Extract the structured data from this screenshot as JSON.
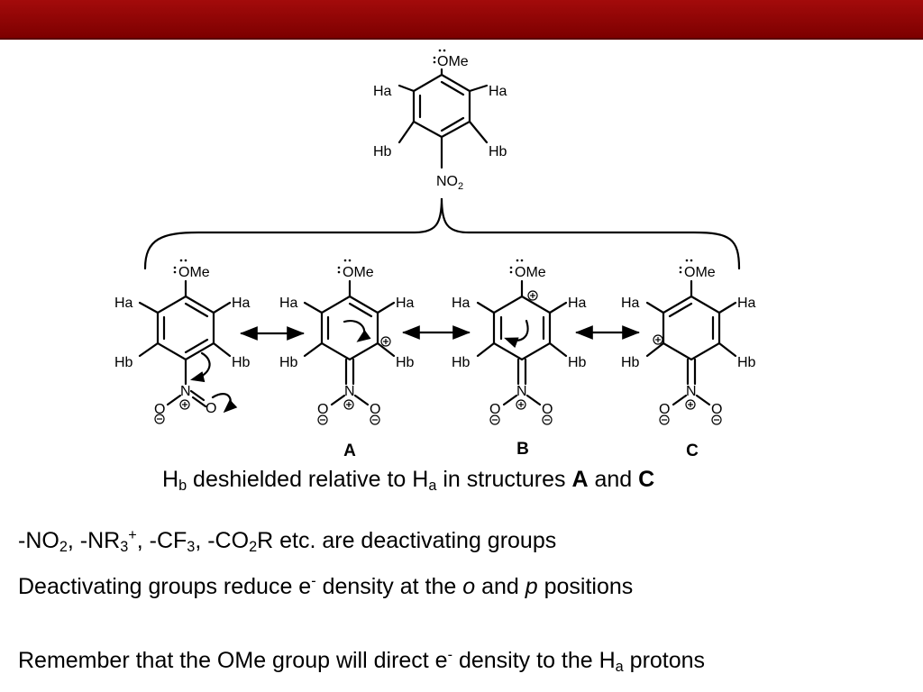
{
  "labels": {
    "ome": "OMe",
    "ha": "Ha",
    "hb": "Hb",
    "no": "NO",
    "two": "2",
    "n": "N",
    "o": "O"
  },
  "structure_labels": {
    "a": "A",
    "b": "B",
    "c": "C"
  },
  "caption": {
    "h": "H",
    "sub_b": "b",
    "mid": " deshielded relative to H",
    "sub_a": "a",
    "tail": " in structures ",
    "a": "A",
    "and": " and ",
    "c": "C"
  },
  "line1": {
    "p1": "-NO",
    "s1": "2",
    "p2": ", -NR",
    "s2": "3",
    "sup1": "+",
    "p3": ", -CF",
    "s3": "3",
    "p4": ", -CO",
    "s4": "2",
    "p5": "R etc. are deactivating groups"
  },
  "line2": {
    "p1": "Deactivating groups reduce e",
    "sup": "-",
    "p2": " density at the ",
    "o": "o",
    "p3": " and ",
    "p": "p",
    "p4": " positions"
  },
  "line3": {
    "p1": "Remember that the OMe group will direct e",
    "sup": "-",
    "p2": " density to the H",
    "sub": "a",
    "p3": " protons"
  },
  "colors": {
    "banner": "#8b0000"
  }
}
